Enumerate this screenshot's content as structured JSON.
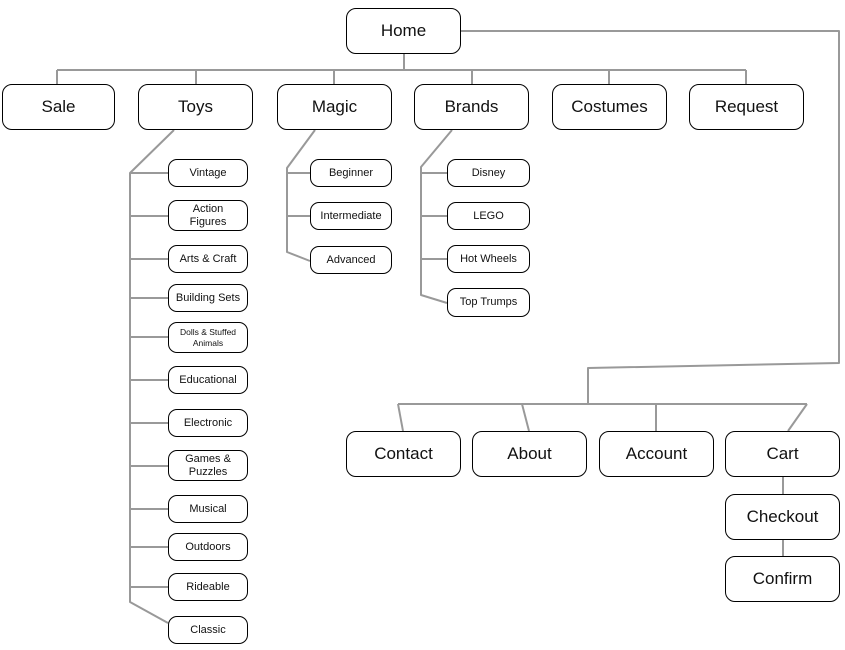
{
  "diagram": {
    "type": "sitemap-tree",
    "colors": {
      "connector": "#999999",
      "node_border": "#000000",
      "node_fill": "#ffffff",
      "text": "#111111"
    },
    "nodes": {
      "home": {
        "label": "Home"
      },
      "sale": {
        "label": "Sale"
      },
      "toys": {
        "label": "Toys"
      },
      "magic": {
        "label": "Magic"
      },
      "brands": {
        "label": "Brands"
      },
      "costumes": {
        "label": "Costumes"
      },
      "request": {
        "label": "Request"
      },
      "vintage": {
        "label": "Vintage"
      },
      "action_figures": {
        "label": "Action Figures"
      },
      "arts_craft": {
        "label": "Arts & Craft"
      },
      "building_sets": {
        "label": "Building Sets"
      },
      "dolls_stuffed": {
        "label": "Dolls & Stuffed Animals"
      },
      "educational": {
        "label": "Educational"
      },
      "electronic": {
        "label": "Electronic"
      },
      "games_puzzles": {
        "label": "Games & Puzzles"
      },
      "musical": {
        "label": "Musical"
      },
      "outdoors": {
        "label": "Outdoors"
      },
      "rideable": {
        "label": "Rideable"
      },
      "classic": {
        "label": "Classic"
      },
      "beginner": {
        "label": "Beginner"
      },
      "intermediate": {
        "label": "Intermediate"
      },
      "advanced": {
        "label": "Advanced"
      },
      "disney": {
        "label": "Disney"
      },
      "lego": {
        "label": "LEGO"
      },
      "hot_wheels": {
        "label": "Hot Wheels"
      },
      "top_trumps": {
        "label": "Top Trumps"
      },
      "contact": {
        "label": "Contact"
      },
      "about": {
        "label": "About"
      },
      "account": {
        "label": "Account"
      },
      "cart": {
        "label": "Cart"
      },
      "checkout": {
        "label": "Checkout"
      },
      "confirm": {
        "label": "Confirm"
      }
    },
    "hierarchy": {
      "home": [
        "sale",
        "toys",
        "magic",
        "brands",
        "costumes",
        "request",
        "contact",
        "about",
        "account",
        "cart"
      ],
      "toys": [
        "vintage",
        "action_figures",
        "arts_craft",
        "building_sets",
        "dolls_stuffed",
        "educational",
        "electronic",
        "games_puzzles",
        "musical",
        "outdoors",
        "rideable",
        "classic"
      ],
      "magic": [
        "beginner",
        "intermediate",
        "advanced"
      ],
      "brands": [
        "disney",
        "lego",
        "hot_wheels",
        "top_trumps"
      ],
      "cart": [
        "checkout"
      ],
      "checkout": [
        "confirm"
      ]
    }
  }
}
